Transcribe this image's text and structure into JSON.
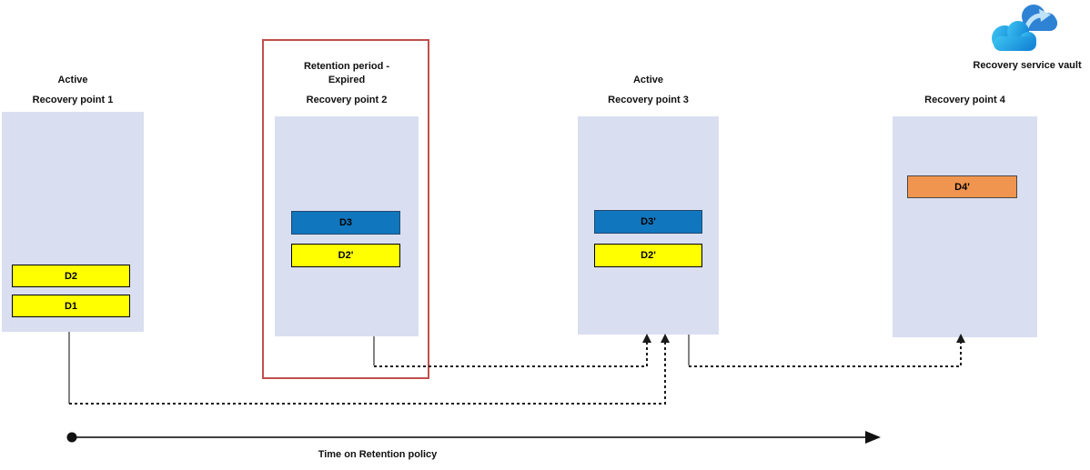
{
  "colors": {
    "column_fill": "#d9dff0",
    "yellow": "#ffff00",
    "blue": "#1076be",
    "orange": "#f0954f",
    "red_outline": "#c0504d",
    "connector": "#1a1a1a",
    "timeline": "#404040"
  },
  "vault": {
    "icon": "recovery-service-vault-cloud-icon",
    "label": "Recovery service vault"
  },
  "recovery_points": [
    {
      "status": "Active",
      "title": "Recovery point 1",
      "items": [
        {
          "label": "D2",
          "type": "yellow"
        },
        {
          "label": "D1",
          "type": "yellow"
        }
      ]
    },
    {
      "status": "Retention period -\nExpired",
      "title": "Recovery point 2",
      "items": [
        {
          "label": "D3",
          "type": "blue"
        },
        {
          "label": "D2'",
          "type": "yellow"
        }
      ]
    },
    {
      "status": "Active",
      "title": "Recovery point 3",
      "items": [
        {
          "label": "D3'",
          "type": "blue"
        },
        {
          "label": "D2'",
          "type": "yellow"
        }
      ]
    },
    {
      "status": "",
      "title": "Recovery point 4",
      "items": [
        {
          "label": "D4'",
          "type": "orange"
        }
      ]
    }
  ],
  "timeline": {
    "label": "Time on Retention policy"
  }
}
